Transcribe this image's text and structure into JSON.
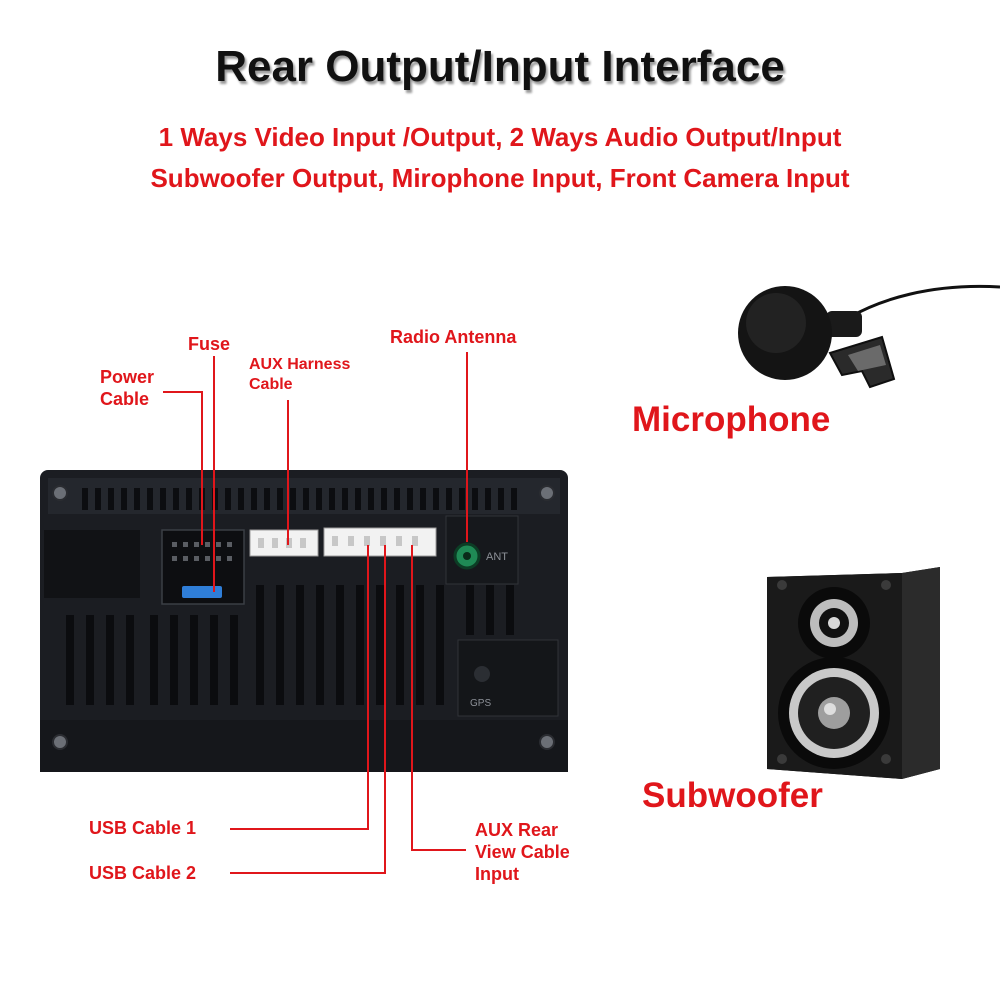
{
  "header": {
    "title": "Rear Output/Input Interface",
    "subtitle_line1": "1 Ways Video Input /Output, 2 Ways Audio Output/Input",
    "subtitle_line2": "Subwoofer Output, Mirophone Input, Front Camera Input"
  },
  "labels": {
    "fuse": "Fuse",
    "power_cable_1": "Power",
    "power_cable_2": "Cable",
    "aux_harness_1": "AUX Harness",
    "aux_harness_2": "Cable",
    "radio_antenna": "Radio Antenna",
    "usb_cable_1": "USB Cable 1",
    "usb_cable_2": "USB Cable 2",
    "aux_rear_1": "AUX Rear",
    "aux_rear_2": "View Cable",
    "aux_rear_3": "Input"
  },
  "unit_marks": {
    "ant": "ANT",
    "gps": "GPS"
  },
  "accessories": {
    "microphone": "Microphone",
    "subwoofer": "Subwoofer"
  },
  "colors": {
    "accent": "#e0161b",
    "title": "#111111",
    "unit_body": "#1b1d22"
  }
}
